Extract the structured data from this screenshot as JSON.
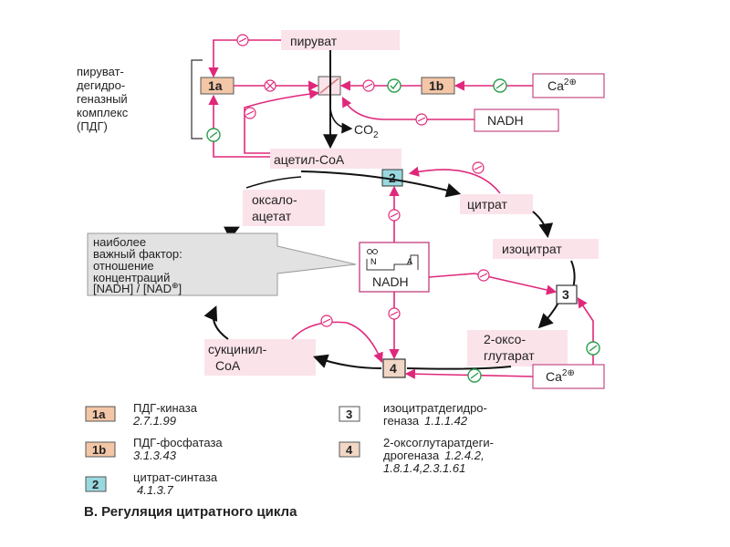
{
  "diagram": {
    "pyruvate": "пируват",
    "pdh_complex": [
      "пируват-",
      "дегидро-",
      "геназный",
      "комплекс",
      "(ПДГ)"
    ],
    "co2": "CO",
    "co2_sub": "2",
    "acetyl_coa": "ацетил-CoA",
    "nadh": "NADH",
    "ca": "Ca",
    "ca_sup": "2⊕",
    "oxaloacetate": [
      "оксало-",
      "ацетат"
    ],
    "citrate": "цитрат",
    "isocitrate": "изоцитрат",
    "oxoglutarate": [
      "2-оксо-",
      "глутарат"
    ],
    "succinyl": [
      "сукцинил-",
      "CoA"
    ],
    "callout": [
      "наиболее",
      "важный фактор:",
      "отношение",
      "концентраций",
      "[NADH] / [NAD",
      "⊕",
      "]"
    ],
    "nadh_box_letters": [
      "N",
      "A"
    ],
    "colors": {
      "arrow": "#e0287a",
      "pdk": "#f2c6a6",
      "citrate_synthase": "#9ad8e0",
      "box_border": "#c44b85"
    }
  },
  "badges": {
    "b1a": "1a",
    "b1b": "1b",
    "b2": "2",
    "b3": "3",
    "b4": "4"
  },
  "legend": [
    {
      "badge": "1a",
      "name": "ПДГ-киназа",
      "ec": "2.7.1.99"
    },
    {
      "badge": "1b",
      "name": "ПДГ-фосфатаза",
      "ec": "3.1.3.43"
    },
    {
      "badge": "2",
      "name": "цитрат-синтаза",
      "ec": "4.1.3.7"
    },
    {
      "badge": "3",
      "name": "изоцитратдегидро-",
      "name2": "геназа",
      "ec": "1.1.1.42"
    },
    {
      "badge": "4",
      "name": "2-оксоглутаратдеги-",
      "name2": "дрогеназа",
      "ec": "1.2.4.2,",
      "ec2": "1.8.1.4,2.3.1.61"
    }
  ],
  "caption": "B. Регуляция цитратного цикла"
}
